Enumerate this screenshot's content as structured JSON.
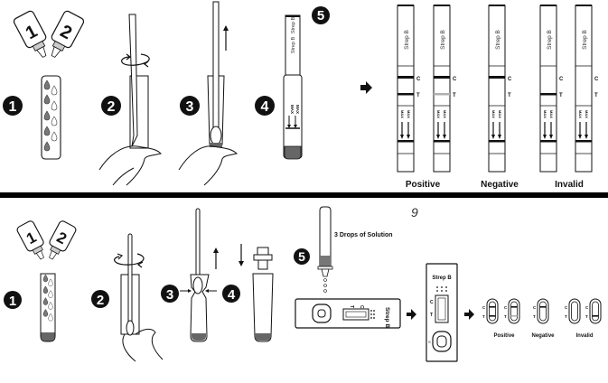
{
  "top_panel": {
    "steps": [
      {
        "number": "1",
        "bottle_labels": [
          "1",
          "2"
        ]
      },
      {
        "number": "2"
      },
      {
        "number": "3"
      },
      {
        "number": "4",
        "strip_label": "Strep B",
        "max_label": "MAX"
      },
      {
        "number": "5"
      }
    ],
    "strip_label": "Strep B",
    "control_label": "C",
    "test_label": "T",
    "max_label": "MAX",
    "results": [
      {
        "label": "Positive",
        "strips": [
          {
            "c": "strong",
            "t": "strong"
          },
          {
            "c": "strong",
            "t": "faint"
          }
        ]
      },
      {
        "label": "Negative",
        "strips": [
          {
            "c": "strong",
            "t": "none"
          }
        ]
      },
      {
        "label": "Invalid",
        "strips": [
          {
            "c": "none",
            "t": "strong"
          },
          {
            "c": "none",
            "t": "none"
          }
        ]
      }
    ]
  },
  "bottom_panel": {
    "steps": [
      {
        "number": "1",
        "bottle_labels": [
          "1",
          "2"
        ]
      },
      {
        "number": "2"
      },
      {
        "number": "3"
      },
      {
        "number": "4"
      },
      {
        "number": "5"
      }
    ],
    "drops_instruction": "3 Drops of Solution",
    "cassette_label": "Strep B",
    "cassette_window_labels": [
      "T",
      "C"
    ],
    "sample_label": "S",
    "control_label": "C",
    "test_label": "T",
    "handwritten_mark": "9",
    "results": [
      {
        "label": "Positive",
        "windows": [
          {
            "c": "strong",
            "t": "strong"
          },
          {
            "c": "strong",
            "t": "faint"
          }
        ]
      },
      {
        "label": "Negative",
        "windows": [
          {
            "c": "strong",
            "t": "none"
          }
        ]
      },
      {
        "label": "Invalid",
        "windows": [
          {
            "c": "none",
            "t": "none"
          },
          {
            "c": "none",
            "t": "strong"
          }
        ]
      }
    ]
  },
  "colors": {
    "ink": "#111111",
    "liquid": "#7a7a7a",
    "faint_line": "#b0b0b0",
    "divider": "#000000"
  }
}
